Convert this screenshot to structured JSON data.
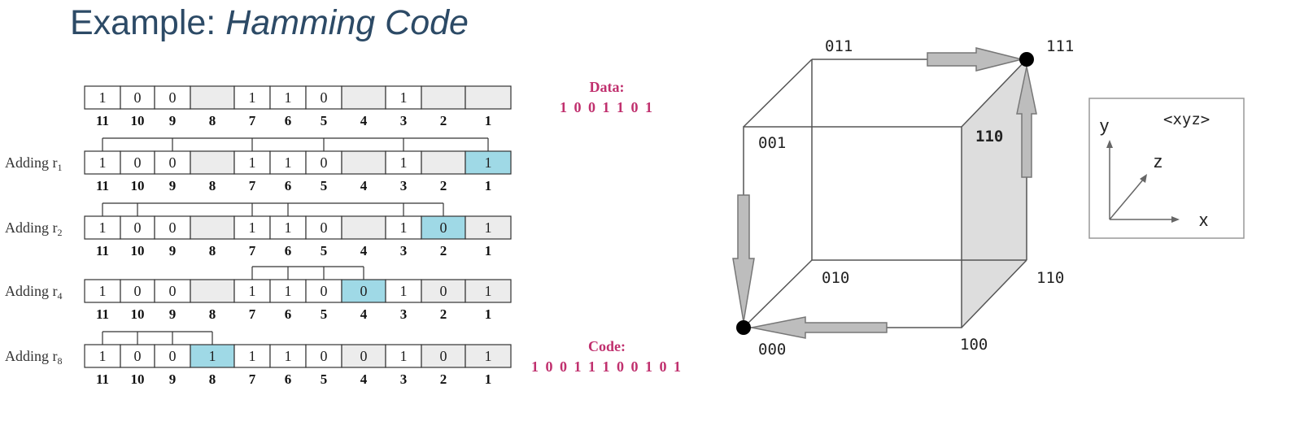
{
  "title": {
    "prefix": "Example: ",
    "emphasis": "Hamming Code"
  },
  "positions": [
    "11",
    "10",
    "9",
    "8",
    "7",
    "6",
    "5",
    "4",
    "3",
    "2",
    "1"
  ],
  "data_panel": {
    "label": "Data:",
    "value": "1 0 0 1 1 0 1"
  },
  "code_panel": {
    "label": "Code:",
    "value": "1 0 0 1 1 1 0 0 1 0 1"
  },
  "rows": [
    {
      "label": "",
      "cells": [
        "1",
        "0",
        "0",
        "",
        "1",
        "1",
        "0",
        "",
        "1",
        "",
        ""
      ],
      "shaded": [
        3,
        7,
        9,
        10
      ],
      "highlight": -1,
      "bracket": []
    },
    {
      "label": "Adding r",
      "subscript": "1",
      "cells": [
        "1",
        "0",
        "0",
        "",
        "1",
        "1",
        "0",
        "",
        "1",
        "",
        "1"
      ],
      "shaded": [
        3,
        7,
        9
      ],
      "highlight": 10,
      "bracket": [
        0,
        2,
        4,
        6,
        8,
        10
      ]
    },
    {
      "label": "Adding r",
      "subscript": "2",
      "cells": [
        "1",
        "0",
        "0",
        "",
        "1",
        "1",
        "0",
        "",
        "1",
        "0",
        "1"
      ],
      "shaded": [
        3,
        7,
        10
      ],
      "highlight": 9,
      "bracket": [
        0,
        1,
        4,
        5,
        8,
        9
      ]
    },
    {
      "label": "Adding r",
      "subscript": "4",
      "cells": [
        "1",
        "0",
        "0",
        "",
        "1",
        "1",
        "0",
        "0",
        "1",
        "0",
        "1"
      ],
      "shaded": [
        3,
        9,
        10
      ],
      "highlight": 7,
      "bracket": [
        4,
        5,
        6,
        7
      ]
    },
    {
      "label": "Adding r",
      "subscript": "8",
      "cells": [
        "1",
        "0",
        "0",
        "1",
        "1",
        "1",
        "0",
        "0",
        "1",
        "0",
        "1"
      ],
      "shaded": [
        7,
        9,
        10
      ],
      "highlight": 3,
      "bracket": [
        0,
        1,
        2,
        3
      ]
    }
  ],
  "cube": {
    "vertex_labels": [
      "011",
      "111",
      "001",
      "110",
      "010",
      "110",
      "000",
      "100"
    ],
    "axis_box": {
      "legend": "<xyz>",
      "x": "x",
      "y": "y",
      "z": "z"
    }
  },
  "colors": {
    "highlight": "#9fd9e6",
    "shade": "#ececec",
    "accent": "#c0306e",
    "title": "#2c4a66",
    "face": "#dddddd",
    "arrow": "#bdbdbd"
  }
}
